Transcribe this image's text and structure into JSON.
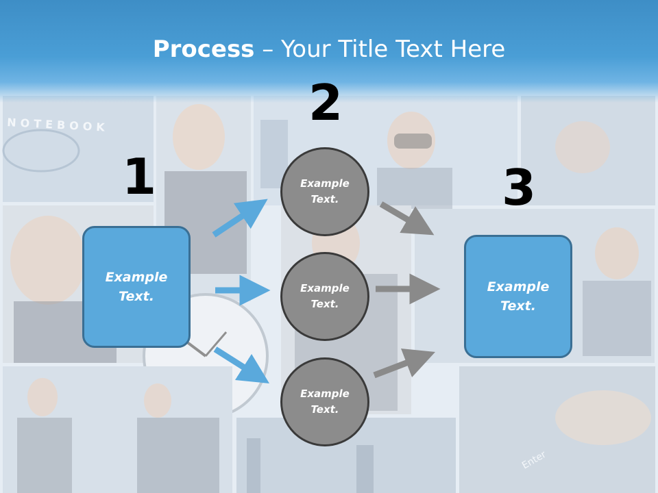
{
  "title": {
    "bold": "Process",
    "rest": " – Your Title Text Here"
  },
  "steps": [
    {
      "number": "1",
      "text_line1": "Example",
      "text_line2": "Text."
    },
    {
      "number": "2"
    },
    {
      "number": "3",
      "text_line1": "Example",
      "text_line2": "Text."
    }
  ],
  "circles": [
    {
      "line1": "Example",
      "line2": "Text."
    },
    {
      "line1": "Example",
      "line2": "Text."
    },
    {
      "line1": "Example",
      "line2": "Text."
    }
  ],
  "background_photo_text": {
    "notebook": "NOTEBOOK",
    "enter_key": "Enter"
  },
  "colors": {
    "header": "#4a9ed6",
    "box": "#5aa9dc",
    "circle": "#8c8c8c",
    "arrow_blue": "#5aa9dc",
    "arrow_gray": "#8a8a8a"
  }
}
